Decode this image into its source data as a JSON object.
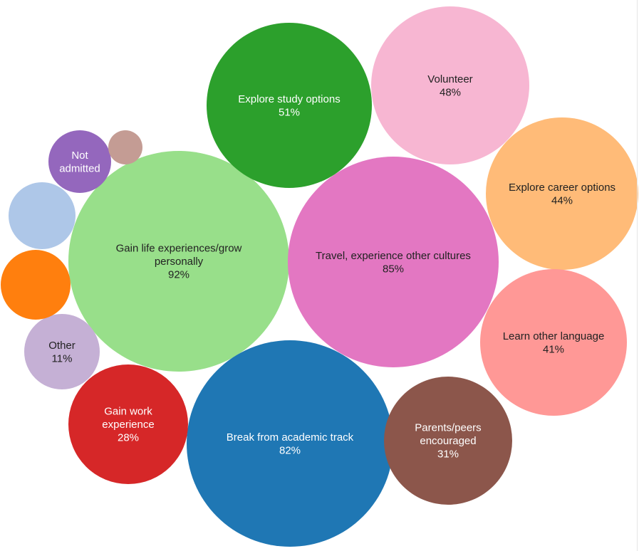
{
  "chart_data": {
    "type": "bubble",
    "bubbles": [
      {
        "label": [
          "Gain life experiences/grow",
          "personally"
        ],
        "value": "92%",
        "color": "#98df8a",
        "text_color": "#222222"
      },
      {
        "label": [
          "Travel, experience other cultures"
        ],
        "value": "85%",
        "color": "#e377c2",
        "text_color": "#222222"
      },
      {
        "label": [
          "Break from academic track"
        ],
        "value": "82%",
        "color": "#1f77b4",
        "text_color": "#ffffff"
      },
      {
        "label": [
          "Explore study options"
        ],
        "value": "51%",
        "color": "#2ca02c",
        "text_color": "#ffffff"
      },
      {
        "label": [
          "Volunteer"
        ],
        "value": "48%",
        "color": "#f7b6d2",
        "text_color": "#222222"
      },
      {
        "label": [
          "Explore career options"
        ],
        "value": "44%",
        "color": "#ffbb78",
        "text_color": "#222222"
      },
      {
        "label": [
          "Learn other language"
        ],
        "value": "41%",
        "color": "#ff9896",
        "text_color": "#222222"
      },
      {
        "label": [
          "Parents/peers",
          "encouraged"
        ],
        "value": "31%",
        "color": "#8c564b",
        "text_color": "#ffffff"
      },
      {
        "label": [
          "Gain work",
          "experience"
        ],
        "value": "28%",
        "color": "#d62728",
        "text_color": "#ffffff"
      },
      {
        "label": [
          "Other"
        ],
        "value": "11%",
        "color": "#c5b0d5",
        "text_color": "#222222"
      },
      {
        "label": [
          "Not",
          "admitted"
        ],
        "value": "",
        "color": "#9467bd",
        "text_color": "#ffffff"
      },
      {
        "label": [],
        "value": "",
        "color": "#ff7f0e",
        "text_color": "#222222"
      },
      {
        "label": [],
        "value": "",
        "color": "#aec7e8",
        "text_color": "#222222"
      },
      {
        "label": [],
        "value": "",
        "color": "#c49c94",
        "text_color": "#222222"
      }
    ]
  }
}
